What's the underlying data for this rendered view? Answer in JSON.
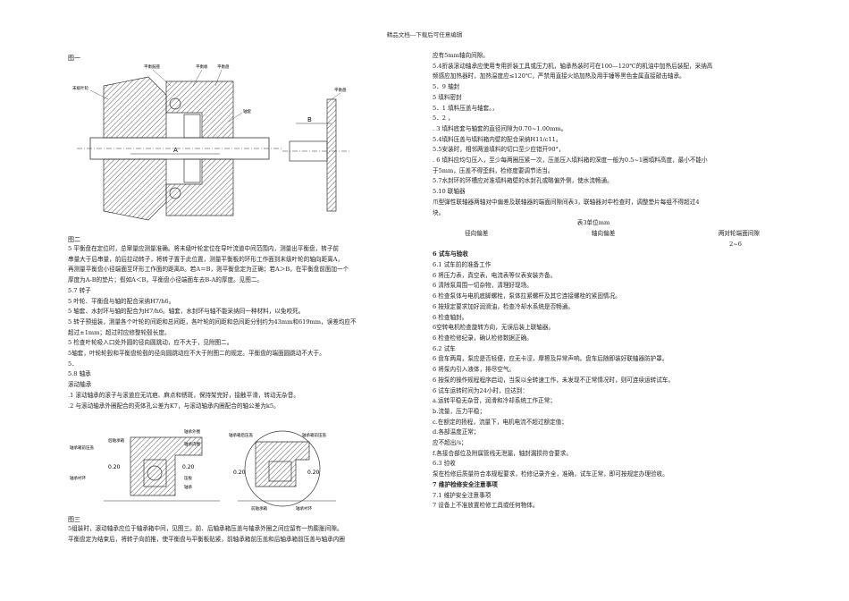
{
  "header": "精品文档---下载后可任意编辑",
  "fig1_label": "图一",
  "fig2_label": "图二",
  "fig3_label": "图三",
  "fig1": {
    "labels": [
      "平衡鼓座",
      "平衡板",
      "平衡盘",
      "末级叶轮",
      "轴套",
      "A"
    ],
    "right_labels": [
      "平衡盘",
      "B"
    ]
  },
  "fig3": {
    "left": [
      "后轴承箱",
      "轴承箱前压盖",
      "轴承外圈",
      "轴承内圈",
      "0.20",
      "0.20",
      "压板",
      "轴承",
      "轴承衬环"
    ],
    "right": [
      "轴承箱后压盖",
      "轴承箱前压盖",
      "0.20",
      "0.20",
      "前轴承箱",
      "轴承衬环"
    ]
  },
  "left_lines": [
    "5   平衡盘在定位时，总窜量应测量准确。将末级叶轮定位在导叶流道中间范围内，测量出平衡盘，转子前",
    "串量大于后串量，前后拉动转子，将转子置于此位置，测量平衡板的环形工作面到末级叶轮的轴向距离A，",
    "再测量平衡盘小径端面至环形工作面的距离B。若A＝B，则平衡盘定为正确；若A＞B，在平衡盘前面加一个",
    "厚度为A-B的垫片；假如A＜B，平衡盘小径端面车去B-A的厚度。见图二。",
    "5.7   转子",
    "5   叶轮、平衡盘与轴的配合采纳H7/h6。",
    "5   轴套、水封环与轴的配合为H7/h6。轴套，水封环与轴不能采纳同一种材料，以免咬死。",
    "5   转子预组装，测量各个叶轮的间距和总间距，各叶轮的间距和总间距分别约为43mm和619mm，误差均应不",
    "超过±1mm；超过时应修整轮毂长度。",
    "5   检查叶轮吸入口处外圆的径向圆跳动，应不大于，见附图二。",
    "5轴套，叶轮轮毂和平衡盘轮毂的径向圆跳动应不大于附图二的规定。平衡盘的端面圆跳动不大于。",
    "5．",
    "5.8   轴承",
    " 滚动轴承",
    ".1   滚动轴承的滚子与滚道应无坑疤、麻点和锈斑，保持架完好，接触平滑，转动无杂音。",
    ".2 与滚动轴承外圈配合的壳体孔公差为K7，与滚动轴承内圈配合的轴公差为k5。"
  ],
  "left_bottom_lines": [
    "5组装时，滚动轴承应位于轴承箱中间，见图三。前、后轴承箱压盖与轴承外圈之间应留有一热膨胀间隙。",
    "平衡盘定为结束后，将转子向前推，使平衡盘与平衡板贴紧，前轴承箱前压盖和后轴承箱前压盖与轴承内圈"
  ],
  "right_lines": [
    "应有5mm轴向间隙。",
    "5.4折装滚动轴承应使用专用折装工具或压力机，轴承热装时可在100—120℃的机油中加热后装配，采纳高",
    "频感应加热器时，加热温度应≤120℃，严禁用直接火焰加热及用手锤等黑色金属直接敲击轴承。",
    "5．9   轴封",
    "5   填料密封",
    "5．1   填料压盖与轴套。，",
    "5．2   ，",
    ". 3   填料底套与轴套的直径间隙为0.70~1.00mm。",
    "5.4填料压盖与填料箱内壁的配合采纳H11/c11。",
    "5.5安装时，相邻两道填料的切口至少应错开90°，",
    ". 6   填料应均匀压入，至少每两圈压紧一次，压盖压入填料箱的深度一般为0.5~1圈填料高度，最小不能小",
    "于5mm，压盖不得歪斜，检修度要调节适当。",
    "5.7水封环的环槽应对准填料箱壁的水封孔或略偏外侧，使水流畅通。",
    "5.10   联轴器",
    "   爪型弹性联轴器两轴对中偏差及联轴器的端面间隙间表3，联轴器对中检查时，调整垫片每组不得超过4",
    "块。"
  ],
  "table3": {
    "title": "表3单位mm",
    "headers": [
      "径向偏差",
      "轴向偏差",
      "两对轮端面间隙"
    ],
    "values": [
      "",
      "",
      "2~6"
    ]
  },
  "right_lines2": [
    "6  试车与验收",
    "6.1   试车前的准备工作",
    "6   将压力表，真空表，电流表等仪表安装齐备。",
    "6   清除泵周围一切杂物，清理好现场。",
    "6   检查泵体与电机底脚螺栓，泵体拉紧螺杆及其它连接螺栓的紧固情况。",
    "6   按规定要求加好润滑油，检查冷却水系统是否畅通。",
    "6   检查轴封。",
    "6空转电机检查旋转方向，无误后装上联轴器。",
    "6   检查检修纪录，确认检修数据正确。",
    "6.2   试车",
    "6   盘车两周，泵应是否轻便，应无卡涩，摩擦及异常声响。盘车后随即装好联轴器防护罩。",
    "6   将泵内引入液体，排尽空气。",
    "6   按泵的操作规程程序启动，当泵以全转速工作，未发现不正常情况时，则可连续运转试车。",
    "6   试车运转时间为24小时，应达到：",
    "      a.运转平稳无杂音，润滑和冷却系统工作正常；",
    "      b.流量，压力平稳；",
    "      c.在额定的扬程，流量下，电机电流不超过额定值；",
    "      d.各部温度正常；",
    "应不超出/s；",
    "      f.各接合部位及附属管线无泄漏，轴封漏损符合要求。",
    "6.3   验收",
    "      泵在检修后质量符合本规程要求，检修记录齐全，准确，试车正常，即可按规定办理验收。",
    "7   维护检修安全注意事项",
    "7.1   维护安全注意事项",
    "7   设备上不准放置检修工具或任何物体。"
  ]
}
